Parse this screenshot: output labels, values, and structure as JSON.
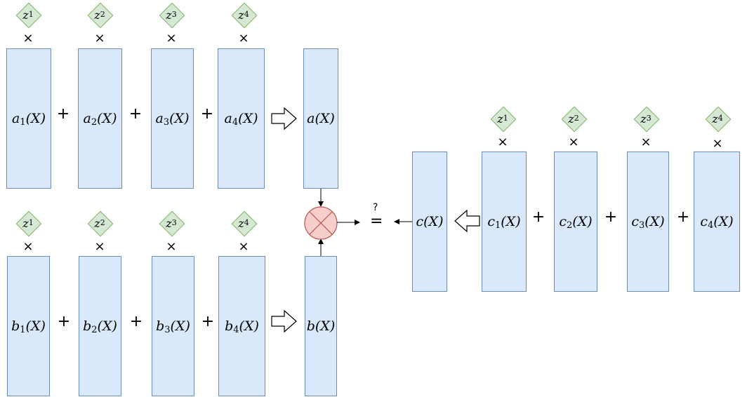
{
  "weights": [
    {
      "var": "z",
      "sub": "1"
    },
    {
      "var": "z",
      "sub": "2"
    },
    {
      "var": "z",
      "sub": "3"
    },
    {
      "var": "z",
      "sub": "4"
    }
  ],
  "times_symbol": "×",
  "plus_symbol": "+",
  "question_mark": "?",
  "equals_symbol": "=",
  "arg": "(X)",
  "rows": {
    "a": {
      "var": "a",
      "parts": [
        {
          "sub": "1"
        },
        {
          "sub": "2"
        },
        {
          "sub": "3"
        },
        {
          "sub": "4"
        }
      ],
      "result": "a"
    },
    "b": {
      "var": "b",
      "parts": [
        {
          "sub": "1"
        },
        {
          "sub": "2"
        },
        {
          "sub": "3"
        },
        {
          "sub": "4"
        }
      ],
      "result": "b"
    },
    "c": {
      "var": "c",
      "parts": [
        {
          "sub": "1"
        },
        {
          "sub": "2"
        },
        {
          "sub": "3"
        },
        {
          "sub": "4"
        }
      ],
      "result": "c"
    }
  },
  "colors": {
    "box_fill": "#dae8fc",
    "box_stroke": "#6c8ebf",
    "weight_fill": "#d5e8d4",
    "weight_stroke": "#82b366",
    "multiply_fill": "#f8cecc",
    "multiply_stroke": "#b85450"
  }
}
